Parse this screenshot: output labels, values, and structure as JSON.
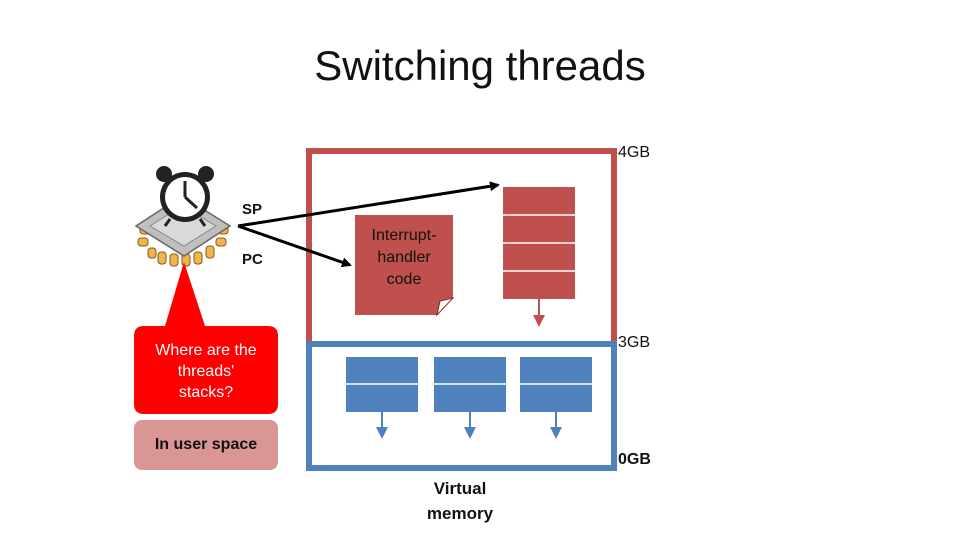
{
  "slide": {
    "title": "Switching threads"
  },
  "memory": {
    "label_4gb": "4GB",
    "label_3gb": "3GB",
    "label_0gb": "0GB",
    "caption_line1": "Virtual",
    "caption_line2": "memory"
  },
  "cpu": {
    "icon": "cpu-chip-with-alarm-clock",
    "sp_label": "SP",
    "pc_label": "PC"
  },
  "kernel": {
    "code_line1": "Interrupt-",
    "code_line2": "handler",
    "code_line3": "code"
  },
  "callout": {
    "question_line1": "Where are the",
    "question_line2": "threads'",
    "question_line3": "stacks?",
    "answer": "In user space"
  },
  "colors": {
    "kernel_region": "#c0504d",
    "user_region": "#4f81bd",
    "callout": "#ff0000",
    "answer_box": "#d99694"
  }
}
